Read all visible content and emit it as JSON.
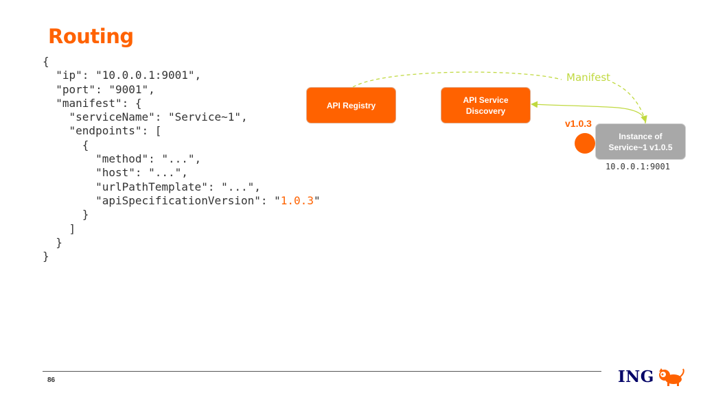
{
  "slide": {
    "title": "Routing",
    "page_number": "86"
  },
  "code": {
    "before_version": "{\n  \"ip\": \"10.0.0.1:9001\",\n  \"port\": \"9001\",\n  \"manifest\": {\n    \"serviceName\": \"Service~1\",\n    \"endpoints\": [\n      {\n        \"method\": \"...\",\n        \"host\": \"...\",\n        \"urlPathTemplate\": \"...\",\n        \"apiSpecificationVersion\": \"",
    "version_value": "1.0.3",
    "after_version": "\"\n      }\n    ]\n  }\n}"
  },
  "diagram": {
    "registry_label": "API Registry",
    "discovery_label": "API Service\nDiscovery",
    "instance_label": "Instance of\nService~1 v1.0.5",
    "version_label": "v1.0.3",
    "ip_label": "10.0.0.1:9001",
    "manifest_label": "Manifest",
    "colors": {
      "accent": "#ff6200",
      "instance": "#a8a8a8",
      "manifest": "#c0d940"
    }
  },
  "logo": {
    "text": "ING",
    "icon": "lion-icon"
  }
}
